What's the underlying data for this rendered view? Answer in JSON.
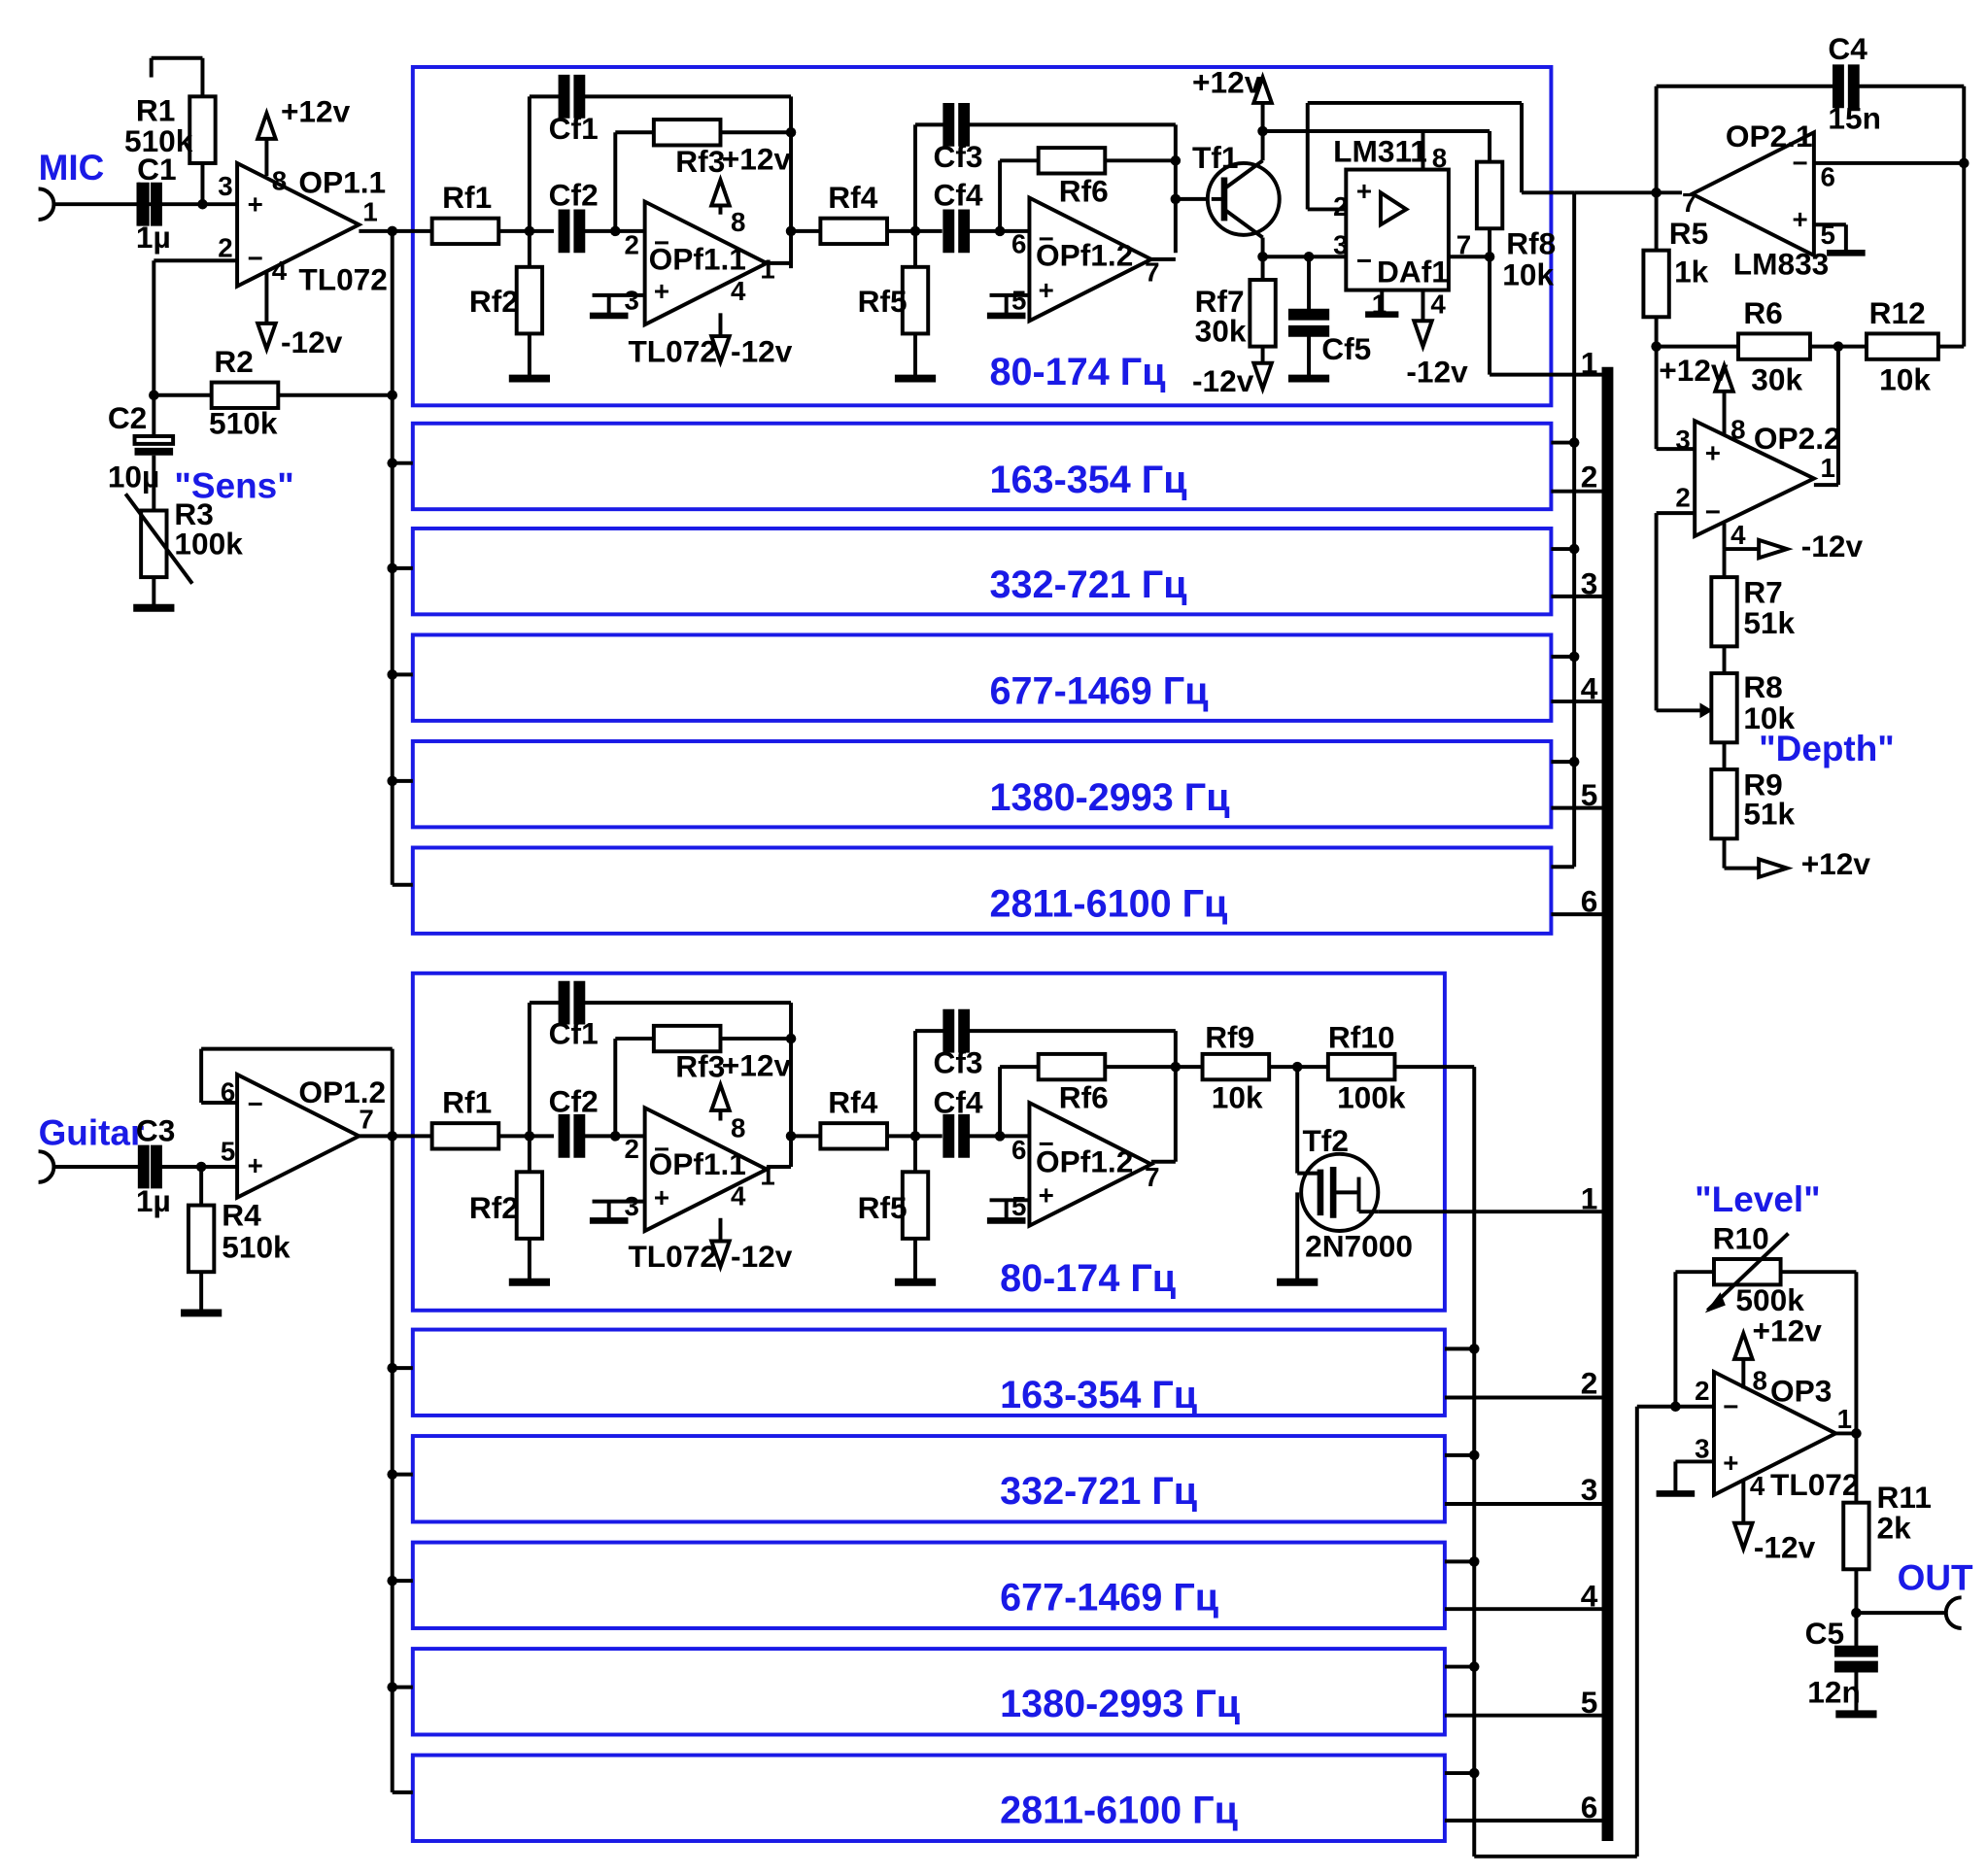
{
  "ports": {
    "mic": "MIC",
    "guitar": "Guitar",
    "out": "OUT"
  },
  "controls": {
    "sens": "\"Sens\"",
    "depth": "\"Depth\"",
    "level": "\"Level\""
  },
  "rails": {
    "pos": "+12v",
    "neg": "-12v"
  },
  "bands": [
    "80-174 Гц",
    "163-354 Гц",
    "332-721 Гц",
    "677-1469 Гц",
    "1380-2993 Гц",
    "2811-6100 Гц"
  ],
  "bus_numbers": [
    "1",
    "2",
    "3",
    "4",
    "5",
    "6"
  ],
  "input_stage": {
    "R1": "R1",
    "R1_val": "510k",
    "C1": "C1",
    "C1_val": "1µ",
    "R2": "R2",
    "R2_val": "510k",
    "C2": "C2",
    "C2_val": "10µ",
    "R3": "R3",
    "R3_val": "100k",
    "OP11": "OP1.1",
    "OP11_type": "TL072",
    "C3": "C3",
    "C3_val": "1µ",
    "R4": "R4",
    "R4_val": "510k",
    "OP12": "OP1.2"
  },
  "filter": {
    "Rf1": "Rf1",
    "Rf2": "Rf2",
    "Rf3": "Rf3",
    "Rf4": "Rf4",
    "Rf5": "Rf5",
    "Rf6": "Rf6",
    "Cf1": "Cf1",
    "Cf2": "Cf2",
    "Cf3": "Cf3",
    "Cf4": "Cf4",
    "OPf11": "OPf1.1",
    "OPf12": "OPf1.2",
    "type": "TL072"
  },
  "detector": {
    "Tf1": "Tf1",
    "Rf7": "Rf7",
    "Rf7_val": "30k",
    "Cf5": "Cf5",
    "LM311": "LM311",
    "DAf1": "DAf1",
    "Rf8": "Rf8",
    "Rf8_val": "10k"
  },
  "vca": {
    "Rf9": "Rf9",
    "Rf9_val": "10k",
    "Rf10": "Rf10",
    "Rf10_val": "100k",
    "Tf2": "Tf2",
    "Tf2_type": "2N7000"
  },
  "mixer": {
    "C4": "C4",
    "C4_val": "15n",
    "OP21": "OP2.1",
    "OP21_type": "LM833",
    "R5": "R5",
    "R5_val": "1k",
    "R6": "R6",
    "R6_val": "30k",
    "R12": "R12",
    "R12_val": "10k",
    "OP22": "OP2.2",
    "R7": "R7",
    "R7_val": "51k",
    "R8": "R8",
    "R8_val": "10k",
    "R9": "R9",
    "R9_val": "51k"
  },
  "output_stage": {
    "R10": "R10",
    "R10_val": "500k",
    "OP3": "OP3",
    "OP3_type": "TL072",
    "R11": "R11",
    "R11_val": "2k",
    "C5": "C5",
    "C5_val": "12n"
  }
}
